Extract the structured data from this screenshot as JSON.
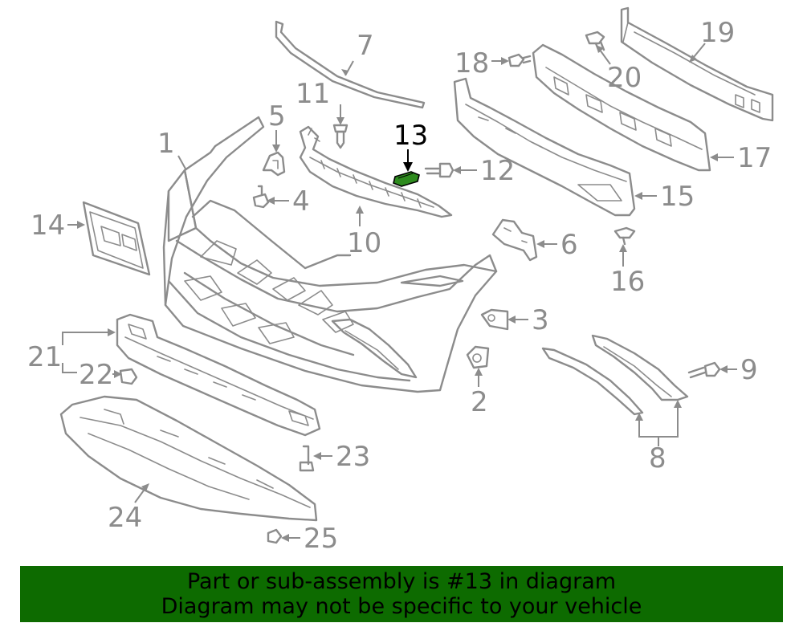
{
  "diagram": {
    "highlight_part": "13",
    "callouts": [
      "1",
      "2",
      "3",
      "4",
      "5",
      "6",
      "7",
      "8",
      "9",
      "10",
      "11",
      "12",
      "13",
      "14",
      "15",
      "16",
      "17",
      "18",
      "19",
      "20",
      "21",
      "22",
      "23",
      "24",
      "25"
    ]
  },
  "colors": {
    "line": "#8c8c8c",
    "highlight_part": "#2e8b1e",
    "highlight_label": "#000000",
    "banner_background": "#0d6b00"
  },
  "banner": {
    "line1": "Part or sub-assembly is #13 in diagram",
    "line2": "Diagram may not be specific to your vehicle"
  }
}
